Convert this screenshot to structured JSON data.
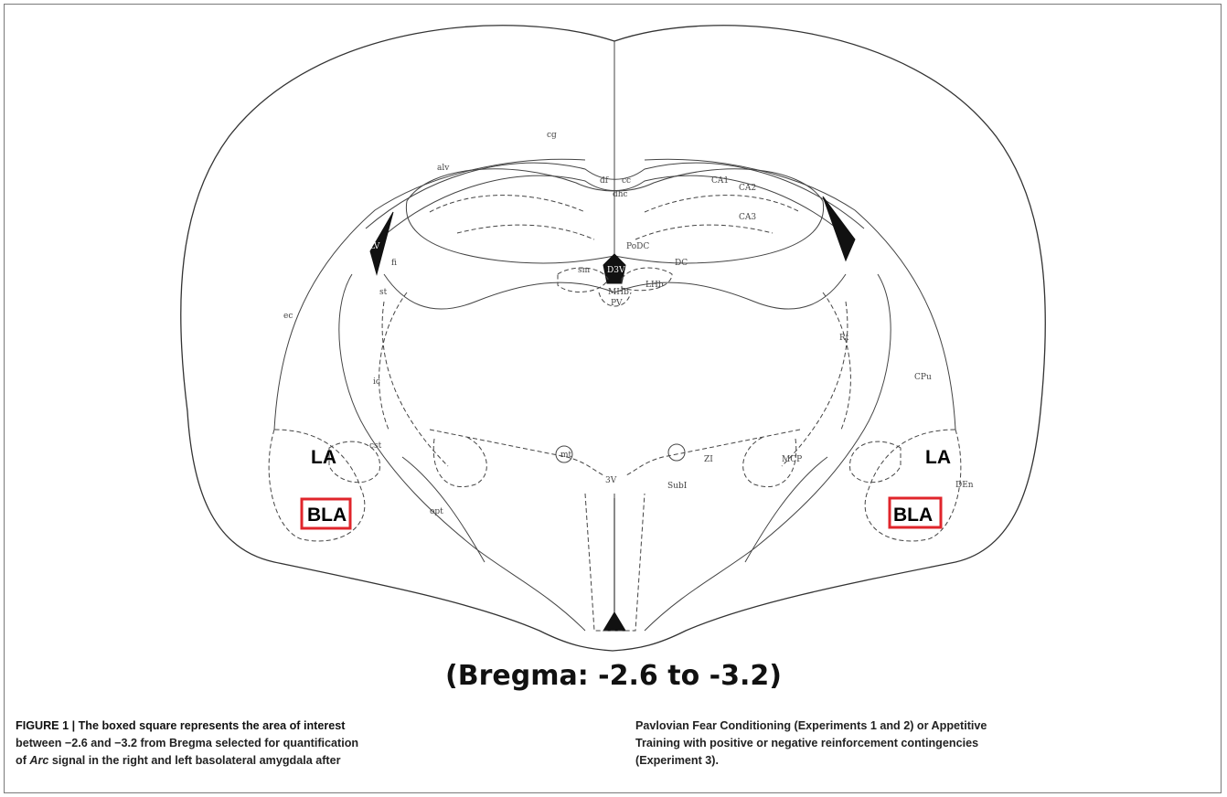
{
  "figure": {
    "bregma_label": "(Bregma: -2.6 to -3.2)",
    "atlas_labels": {
      "left_la": "LA",
      "left_bla": "BLA",
      "right_la": "LA",
      "right_bla": "BLA",
      "small": [
        "cg",
        "alv",
        "df",
        "cc",
        "dhc",
        "CA1",
        "CA2",
        "CA3",
        "LV",
        "fi",
        "st",
        "PoDC",
        "DC",
        "sm",
        "D3V",
        "MHb",
        "LHb",
        "PV",
        "ec",
        "ic",
        "Rt",
        "CPu",
        "cst",
        "mt",
        "ZI",
        "MCP",
        "3V",
        "SubI",
        "opt",
        "DEn"
      ]
    },
    "caption": {
      "left_lines": [
        "FIGURE 1 | The boxed square represents the area of interest",
        "between −2.6 and −3.2 from Bregma selected for quantification",
        "of Arc signal in the right and left basolateral amygdala after"
      ],
      "right_lines": [
        "Pavlovian Fear Conditioning (Experiments 1 and 2) or Appetitive",
        "Training with positive or negative reinforcement contingencies",
        "(Experiment 3)."
      ]
    },
    "colors": {
      "highlight_box": "#e0252b",
      "line_art": "#333333"
    }
  }
}
